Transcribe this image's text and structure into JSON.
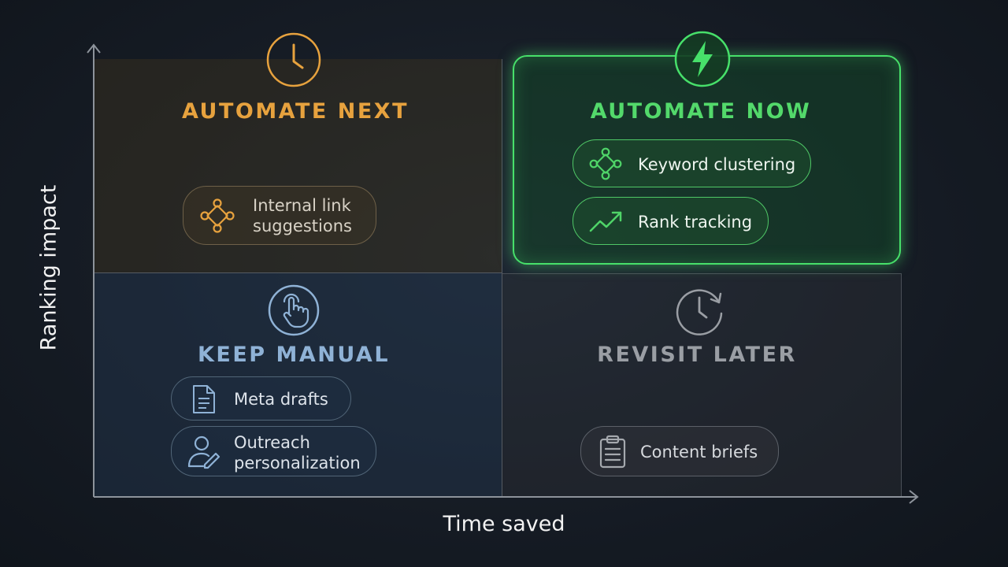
{
  "axes": {
    "x_label": "Time saved",
    "y_label": "Ranking impact"
  },
  "colors": {
    "automate_next": "#e7a23e",
    "automate_now": "#47e06a",
    "keep_manual": "#8fb2d6",
    "revisit_later": "#9a9ea4"
  },
  "quadrants": {
    "automate_next": {
      "title": "AUTOMATE NEXT",
      "icon": "clock-icon",
      "items": [
        {
          "icon": "network-nodes-icon",
          "label_line1": "Internal link",
          "label_line2": "suggestions"
        }
      ]
    },
    "automate_now": {
      "title": "AUTOMATE NOW",
      "icon": "lightning-bolt-icon",
      "items": [
        {
          "icon": "network-nodes-icon",
          "label": "Keyword clustering"
        },
        {
          "icon": "trend-up-icon",
          "label": "Rank tracking"
        }
      ]
    },
    "keep_manual": {
      "title": "KEEP MANUAL",
      "icon": "hand-pointer-icon",
      "items": [
        {
          "icon": "document-icon",
          "label": "Meta drafts"
        },
        {
          "icon": "person-edit-icon",
          "label_line1": "Outreach",
          "label_line2": "personalization"
        }
      ]
    },
    "revisit_later": {
      "title": "REVISIT LATER",
      "icon": "clock-refresh-icon",
      "items": [
        {
          "icon": "clipboard-icon",
          "label": "Content briefs"
        }
      ]
    }
  }
}
